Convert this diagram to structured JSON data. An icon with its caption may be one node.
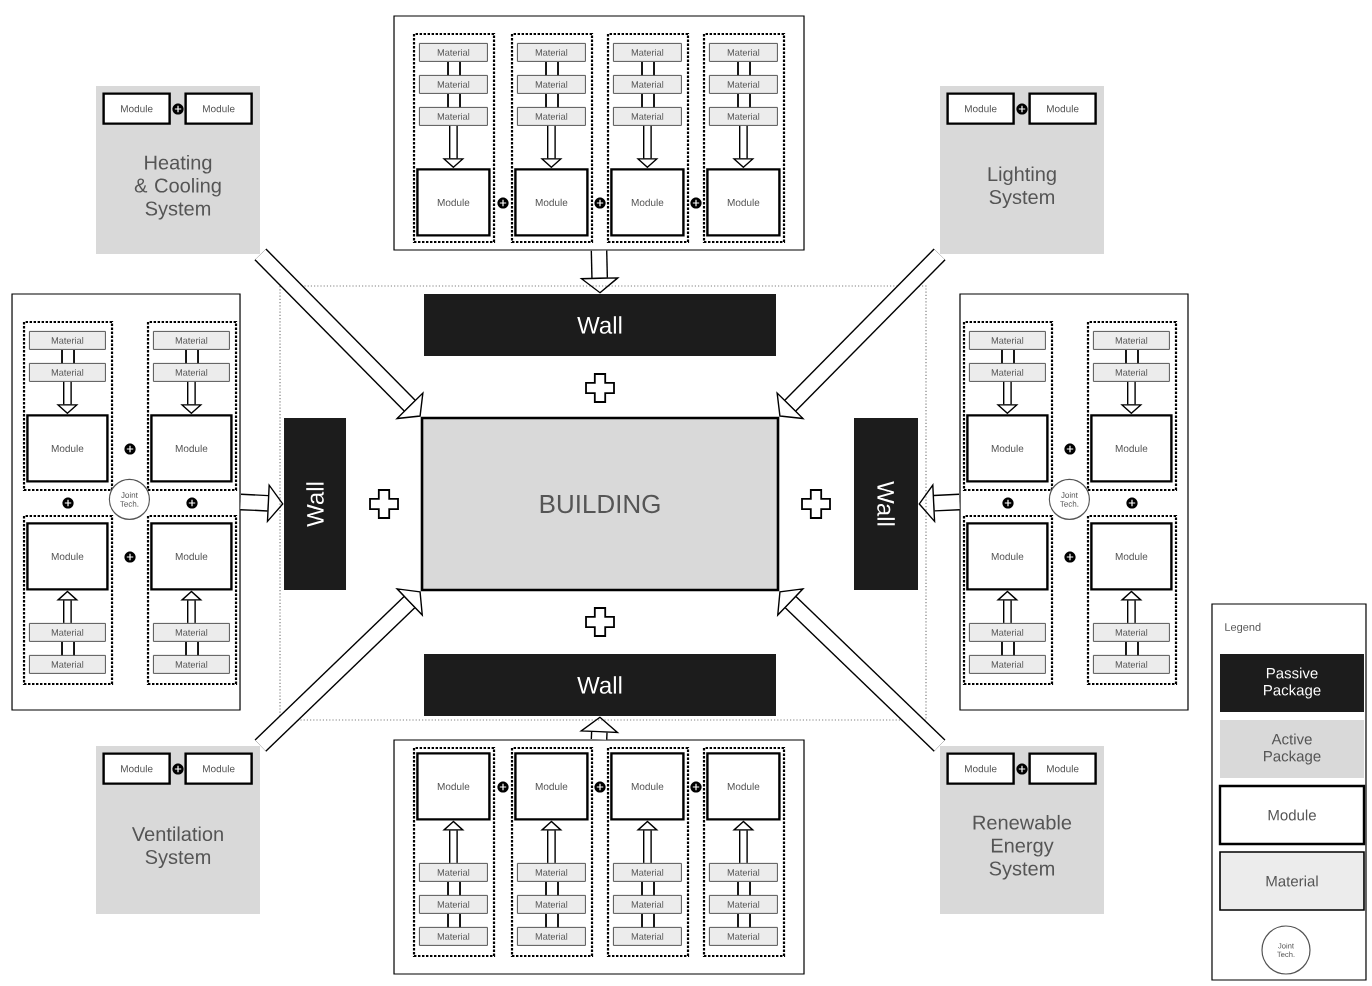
{
  "diagram": {
    "nodes": [
      {
        "text": [
          "Heating & Cooling System"
        ]
      },
      {
        "text": [
          "Module"
        ],
        "in": 0
      },
      {
        "text": [
          "Module"
        ],
        "in": 0
      },
      {
        "text": [],
        "shape": "box"
      },
      {
        "text": [
          "Material"
        ],
        "in": 3
      },
      {
        "text": [
          "Material"
        ],
        "in": 3
      },
      {
        "text": [
          "Material"
        ],
        "in": 3
      },
      {
        "text": [
          "Module"
        ],
        "in": 3
      },
      {
        "text": [
          "Material"
        ],
        "in": 3
      },
      {
        "text": [
          "Material"
        ],
        "in": 3
      },
      {
        "text": [
          "Material"
        ],
        "in": 3
      },
      {
        "text": [
          "Module"
        ],
        "in": 3
      },
      {
        "text": [
          "Material"
        ],
        "in": 3
      },
      {
        "text": [
          "Material"
        ],
        "in": 3
      },
      {
        "text": [
          "Material"
        ],
        "in": 3
      },
      {
        "text": [
          "Module"
        ],
        "in": 3
      },
      {
        "text": [
          "Material"
        ],
        "in": 3
      },
      {
        "text": [
          "Material"
        ],
        "in": 3
      },
      {
        "text": [
          "Material"
        ],
        "in": 3
      },
      {
        "text": [
          "Module"
        ],
        "in": 3
      },
      {
        "text": [
          "Lighting System"
        ]
      },
      {
        "text": [
          "Module"
        ],
        "in": 20
      },
      {
        "text": [
          "Module"
        ],
        "in": 20
      },
      {
        "text": [],
        "shape": "box"
      },
      {
        "text": [
          "Material"
        ],
        "in": 23
      },
      {
        "text": [
          "Material"
        ],
        "in": 23
      },
      {
        "text": [
          "Module"
        ],
        "in": 23
      },
      {
        "text": [
          "Material"
        ],
        "in": 23
      },
      {
        "text": [
          "Material"
        ],
        "in": 23
      },
      {
        "text": [
          "Module"
        ],
        "in": 23
      },
      {
        "text": [
          "Joint Tech."
        ],
        "in": 23
      },
      {
        "text": [
          "Module"
        ],
        "in": 23
      },
      {
        "text": [
          "Material"
        ],
        "in": 23
      },
      {
        "text": [
          "Material"
        ],
        "in": 23
      },
      {
        "text": [
          "Module"
        ],
        "in": 23
      },
      {
        "text": [
          "Material"
        ],
        "in": 23
      },
      {
        "text": [
          "Material"
        ],
        "in": 23
      },
      {
        "text": [
          "Wall"
        ]
      },
      {
        "text": [
          "Wall"
        ]
      },
      {
        "text": [
          "BUILDING"
        ]
      },
      {
        "text": [
          "Wall"
        ]
      },
      {
        "text": [
          "Wall"
        ]
      },
      {
        "text": [],
        "shape": "box"
      },
      {
        "text": [
          "Material"
        ],
        "in": 42
      },
      {
        "text": [
          "Material"
        ],
        "in": 42
      },
      {
        "text": [
          "Module"
        ],
        "in": 42
      },
      {
        "text": [
          "Material"
        ],
        "in": 42
      },
      {
        "text": [
          "Material"
        ],
        "in": 42
      },
      {
        "text": [
          "Module"
        ],
        "in": 42
      },
      {
        "text": [
          "Joint Tech."
        ],
        "in": 42
      },
      {
        "text": [
          "Module"
        ],
        "in": 42
      },
      {
        "text": [
          "Material"
        ],
        "in": 42
      },
      {
        "text": [
          "Material"
        ],
        "in": 42
      },
      {
        "text": [
          "Module"
        ],
        "in": 42
      },
      {
        "text": [
          "Material"
        ],
        "in": 42
      },
      {
        "text": [
          "Material"
        ],
        "in": 42
      },
      {
        "text": [
          "Ventilation System"
        ]
      },
      {
        "text": [
          "Module"
        ],
        "in": 56
      },
      {
        "text": [
          "Module"
        ],
        "in": 56
      },
      {
        "text": [],
        "shape": "box"
      },
      {
        "text": [
          "Module"
        ],
        "in": 59
      },
      {
        "text": [
          "Material"
        ],
        "in": 59
      },
      {
        "text": [
          "Material"
        ],
        "in": 59
      },
      {
        "text": [
          "Material"
        ],
        "in": 59
      },
      {
        "text": [
          "Module"
        ],
        "in": 59
      },
      {
        "text": [
          "Material"
        ],
        "in": 59
      },
      {
        "text": [
          "Material"
        ],
        "in": 59
      },
      {
        "text": [
          "Material"
        ],
        "in": 59
      },
      {
        "text": [
          "Module"
        ],
        "in": 59
      },
      {
        "text": [
          "Material"
        ],
        "in": 59
      },
      {
        "text": [
          "Material"
        ],
        "in": 59
      },
      {
        "text": [
          "Material"
        ],
        "in": 59
      },
      {
        "text": [
          "Module"
        ],
        "in": 59
      },
      {
        "text": [
          "Material"
        ],
        "in": 59
      },
      {
        "text": [
          "Material"
        ],
        "in": 59
      },
      {
        "text": [
          "Material"
        ],
        "in": 59
      },
      {
        "text": [
          "Renewable Energy System"
        ]
      },
      {
        "text": [
          "Module"
        ],
        "in": 76
      },
      {
        "text": [
          "Module"
        ],
        "in": 76
      }
    ],
    "edges": [
      {
        "from": 0,
        "to": 39,
        "arrow": "to",
        "style": "thick"
      },
      {
        "from": 20,
        "to": 39,
        "arrow": "to",
        "style": "thick"
      },
      {
        "from": 56,
        "to": 39,
        "arrow": "to",
        "style": "thick"
      },
      {
        "from": 76,
        "to": 39,
        "arrow": "to",
        "style": "thick"
      },
      {
        "from": 3,
        "to": 37,
        "arrow": "to",
        "style": "thick"
      },
      {
        "from": 23,
        "to": 38,
        "arrow": "to",
        "style": "thick"
      },
      {
        "from": 42,
        "to": 40,
        "arrow": "to",
        "style": "thick"
      },
      {
        "from": 59,
        "to": 41,
        "arrow": "to",
        "style": "thick"
      },
      {
        "from": 6,
        "to": 7,
        "arrow": "to"
      },
      {
        "from": 10,
        "to": 11,
        "arrow": "to"
      },
      {
        "from": 14,
        "to": 15,
        "arrow": "to"
      },
      {
        "from": 18,
        "to": 19,
        "arrow": "to"
      },
      {
        "from": 25,
        "to": 26,
        "arrow": "to"
      },
      {
        "from": 28,
        "to": 29,
        "arrow": "to"
      },
      {
        "from": 32,
        "to": 31,
        "arrow": "to"
      },
      {
        "from": 35,
        "to": 34,
        "arrow": "to"
      },
      {
        "from": 44,
        "to": 45,
        "arrow": "to"
      },
      {
        "from": 47,
        "to": 48,
        "arrow": "to"
      },
      {
        "from": 51,
        "to": 50,
        "arrow": "to"
      },
      {
        "from": 54,
        "to": 53,
        "arrow": "to"
      },
      {
        "from": 61,
        "to": 60,
        "arrow": "to"
      },
      {
        "from": 65,
        "to": 64,
        "arrow": "to"
      },
      {
        "from": 69,
        "to": 68,
        "arrow": "to"
      },
      {
        "from": 73,
        "to": 72,
        "arrow": "to"
      }
    ],
    "labels": [
      "Legend"
    ],
    "legend": [
      {
        "text": "Passive Package",
        "color": "#1c1c1c"
      },
      {
        "text": "Active Package",
        "color": "#d9d9d9"
      },
      {
        "text": "Module"
      },
      {
        "text": "Material",
        "color": "#ececec"
      },
      {
        "text": "Joint Tech."
      }
    ]
  }
}
